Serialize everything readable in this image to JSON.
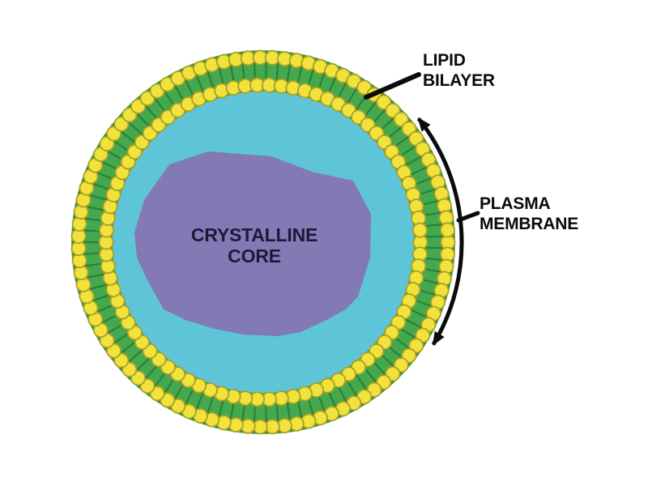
{
  "diagram": {
    "core_label": {
      "line1": "CRYSTALLINE",
      "line2": "CORE"
    },
    "lipid_bilayer_label": {
      "line1": "LIPID",
      "line2": "BILAYER"
    },
    "plasma_membrane_label": {
      "line1": "PLASMA",
      "line2": "MEMBRANE"
    }
  },
  "colors": {
    "background": "#ffffff",
    "interior_cyan": "#5ec5d8",
    "core_purple": "#8379b5",
    "tail_green": "#44a84e",
    "tail_outline_green": "#2c8038",
    "head_yellow": "#f2e23c",
    "head_outline_olive": "#a89f28",
    "annotation_black": "#0b0b0b",
    "core_text_navy": "#1b1b38"
  }
}
